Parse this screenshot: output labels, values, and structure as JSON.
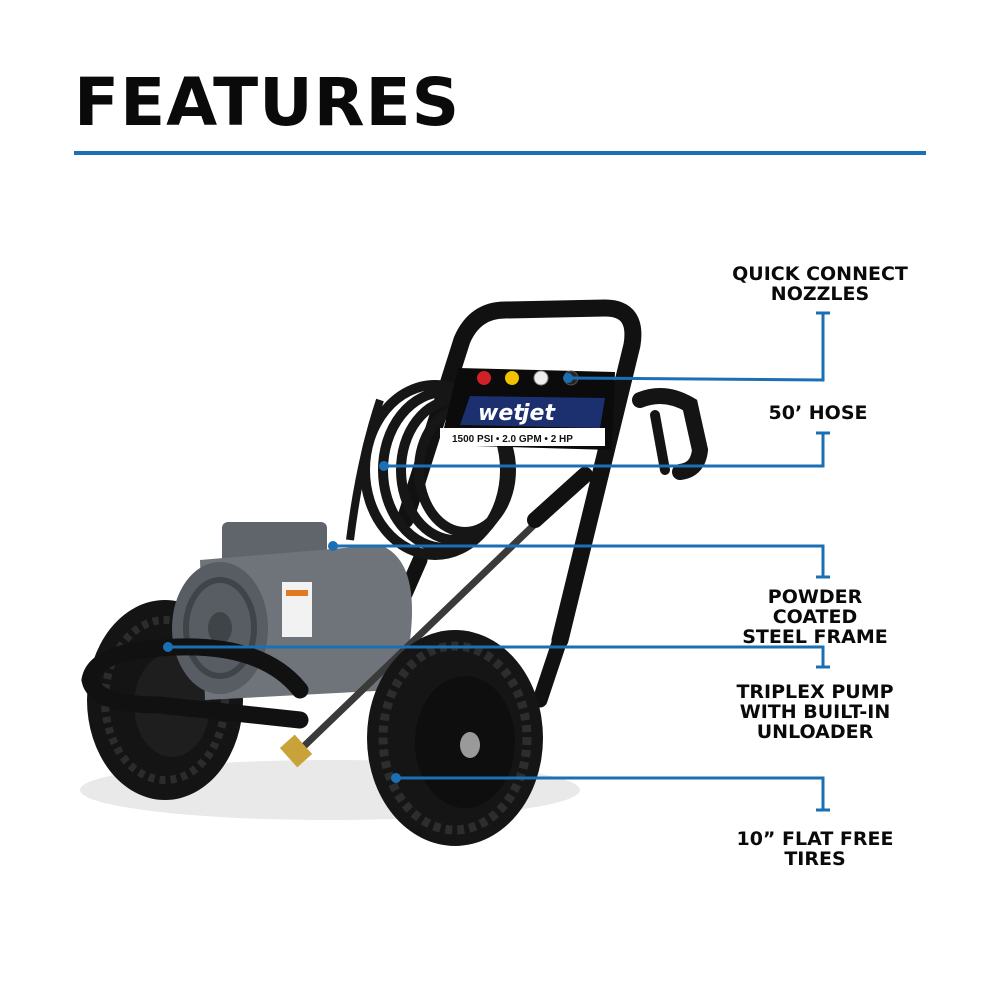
{
  "page": {
    "title": "FEATURES"
  },
  "product": {
    "brand_word_1": "wet",
    "brand_word_2": "jet",
    "spec_line": "1500 PSI • 2.0 GPM • 2 HP"
  },
  "features": [
    {
      "label": "QUICK CONNECT\nNOZZLES"
    },
    {
      "label": "50’ HOSE"
    },
    {
      "label": "POWDER COATED\nSTEEL FRAME"
    },
    {
      "label": "TRIPLEX PUMP\nWITH BUILT-IN\nUNLOADER"
    },
    {
      "label": "10” FLAT FREE\nTIRES"
    }
  ],
  "colors": {
    "accent": "#1b6fb5",
    "text": "#0a0a0a",
    "frame": "#111111",
    "motor": "#6e7479"
  },
  "icons": [
    "feature-marker-dot-icon",
    "callout-end-tick-icon"
  ]
}
